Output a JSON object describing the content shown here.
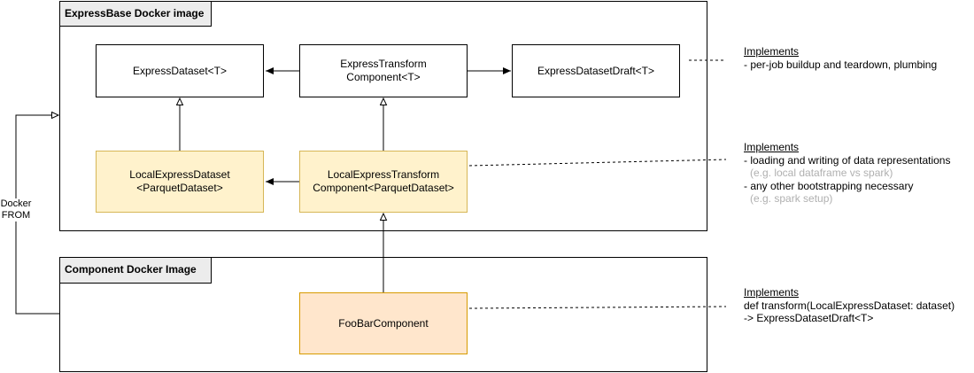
{
  "containers": {
    "expressbase": {
      "label": "ExpressBase Docker image"
    },
    "component": {
      "label": "Component Docker Image"
    }
  },
  "boxes": {
    "express_dataset": "ExpressDataset<T>",
    "express_transform_l1": "ExpressTransform",
    "express_transform_l2": "Component<T>",
    "express_dataset_draft": "ExpressDatasetDraft<T>",
    "local_dataset_l1": "LocalExpressDataset",
    "local_dataset_l2": "<ParquetDataset>",
    "local_transform_l1": "LocalExpressTransform",
    "local_transform_l2": "Component<ParquetDataset>",
    "foobar": "FooBarComponent"
  },
  "edge_labels": {
    "docker_from_l1": "Docker",
    "docker_from_l2": "FROM"
  },
  "notes": {
    "base": {
      "heading": "Implements",
      "lines": [
        "- per-job buildup and teardown, plumbing"
      ]
    },
    "local": {
      "heading": "Implements",
      "line1": "- loading and writing of data representations",
      "line1_sub": "(e.g. local dataframe vs spark)",
      "line2": "- any other bootstrapping necessary",
      "line2_sub": "(e.g. spark setup)"
    },
    "foobar": {
      "heading": "Implements",
      "line1": "def transform(LocalExpressDataset: dataset)",
      "line2": "-> ExpressDatasetDraft<T>"
    }
  },
  "colors": {
    "local_fill": "#fff2cc",
    "local_stroke": "#d6b656",
    "foobar_fill": "#ffe6cc",
    "foobar_stroke": "#d79b00",
    "label_fill": "#ececec",
    "sub_text": "#b0b0b0"
  }
}
